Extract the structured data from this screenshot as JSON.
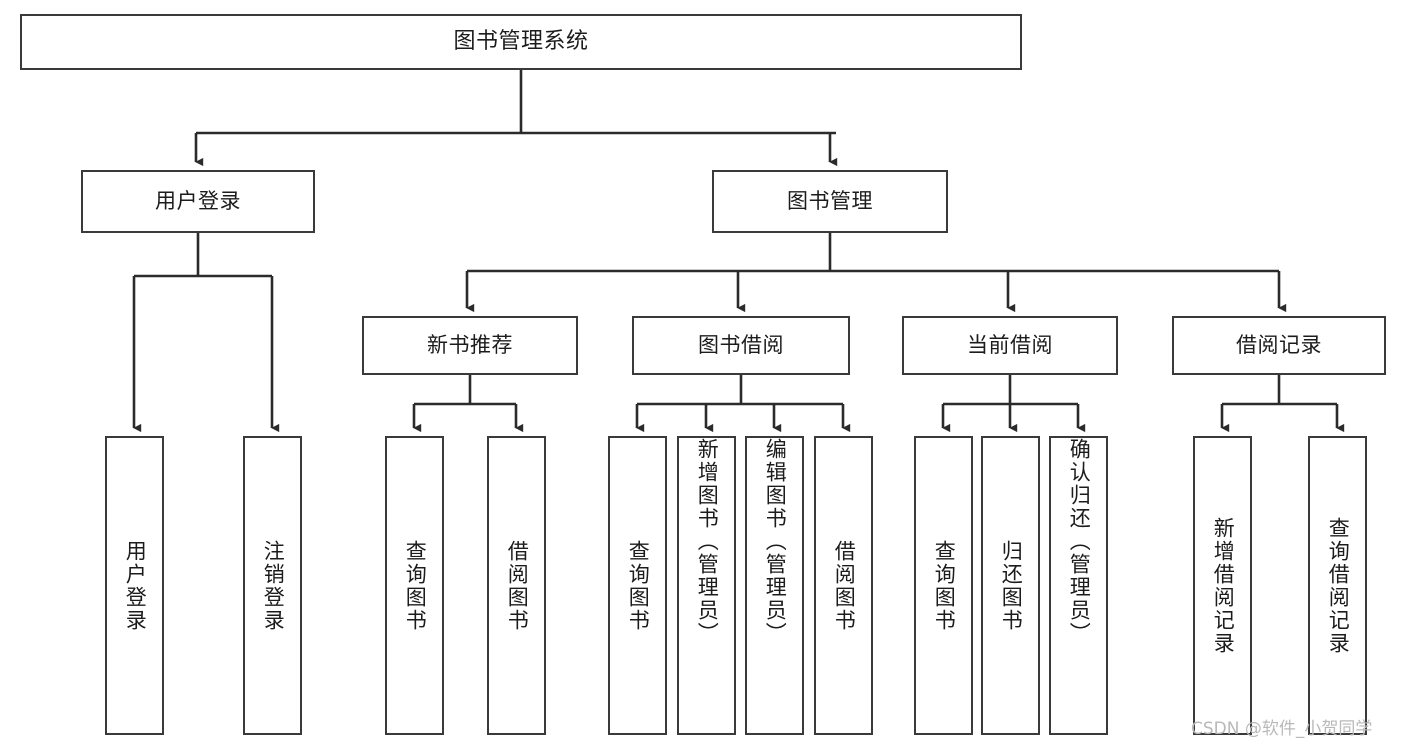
{
  "diagram": {
    "title": "图书管理系统",
    "type": "tree-hierarchy",
    "watermark": "CSDN @软件_小贺同学",
    "colors": {
      "box_border": "#3a3a3a",
      "box_fill": "#ffffff",
      "edge": "#2b2b2b",
      "text": "#1c1c1c",
      "watermark": "#b9b9b9",
      "background": "#ffffff"
    },
    "nodes": {
      "root": {
        "label": "图书管理系统",
        "orientation": "horizontal"
      },
      "level1": [
        {
          "id": "user-login",
          "label": "用户登录",
          "orientation": "horizontal"
        },
        {
          "id": "book-manage",
          "label": "图书管理",
          "orientation": "horizontal"
        }
      ],
      "level2": [
        {
          "id": "new-book-rec",
          "label": "新书推荐",
          "orientation": "horizontal",
          "parent": "book-manage"
        },
        {
          "id": "book-borrow",
          "label": "图书借阅",
          "orientation": "horizontal",
          "parent": "book-manage"
        },
        {
          "id": "current-borrow",
          "label": "当前借阅",
          "orientation": "horizontal",
          "parent": "book-manage"
        },
        {
          "id": "borrow-record",
          "label": "借阅记录",
          "orientation": "horizontal",
          "parent": "book-manage"
        }
      ],
      "leaves": [
        {
          "id": "leaf-user-login",
          "label": "用户登录",
          "parent": "user-login",
          "orientation": "vertical"
        },
        {
          "id": "leaf-user-logout",
          "label": "注销登录",
          "parent": "user-login",
          "orientation": "vertical"
        },
        {
          "id": "leaf-query-book-1",
          "label": "查询图书",
          "parent": "new-book-rec",
          "orientation": "vertical"
        },
        {
          "id": "leaf-borrow-book-1",
          "label": "借阅图书",
          "parent": "new-book-rec",
          "orientation": "vertical"
        },
        {
          "id": "leaf-query-book-2",
          "label": "查询图书",
          "parent": "book-borrow",
          "orientation": "vertical"
        },
        {
          "id": "leaf-add-book",
          "label": "新增图书（管理员）",
          "parent": "book-borrow",
          "orientation": "vertical"
        },
        {
          "id": "leaf-edit-book",
          "label": "编辑图书（管理员）",
          "parent": "book-borrow",
          "orientation": "vertical"
        },
        {
          "id": "leaf-borrow-book-2",
          "label": "借阅图书",
          "parent": "book-borrow",
          "orientation": "vertical"
        },
        {
          "id": "leaf-query-book-3",
          "label": "查询图书",
          "parent": "current-borrow",
          "orientation": "vertical"
        },
        {
          "id": "leaf-return-book",
          "label": "归还图书",
          "parent": "current-borrow",
          "orientation": "vertical"
        },
        {
          "id": "leaf-confirm-return",
          "label": "确认归还（管理员）",
          "parent": "current-borrow",
          "orientation": "vertical"
        },
        {
          "id": "leaf-add-record",
          "label": "新增借阅记录",
          "parent": "borrow-record",
          "orientation": "vertical"
        },
        {
          "id": "leaf-query-record",
          "label": "查询借阅记录",
          "parent": "borrow-record",
          "orientation": "vertical"
        }
      ]
    }
  }
}
